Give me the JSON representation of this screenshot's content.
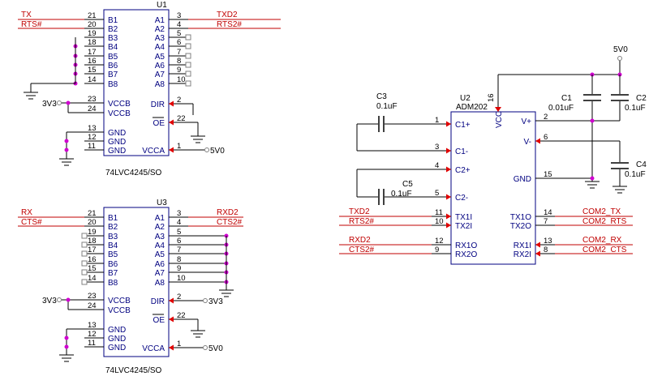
{
  "u1": {
    "ref": "U1",
    "part": "74LVC4245/SO",
    "left_pins": [
      {
        "num": "21",
        "name": "B1"
      },
      {
        "num": "20",
        "name": "B2"
      },
      {
        "num": "19",
        "name": "B3"
      },
      {
        "num": "18",
        "name": "B4"
      },
      {
        "num": "17",
        "name": "B5"
      },
      {
        "num": "16",
        "name": "B6"
      },
      {
        "num": "15",
        "name": "B7"
      },
      {
        "num": "14",
        "name": "B8"
      },
      {
        "num": "23",
        "name": "VCCB"
      },
      {
        "num": "24",
        "name": "VCCB"
      },
      {
        "num": "13",
        "name": "GND"
      },
      {
        "num": "12",
        "name": "GND"
      },
      {
        "num": "11",
        "name": "GND"
      }
    ],
    "right_pins": [
      {
        "num": "3",
        "name": "A1"
      },
      {
        "num": "4",
        "name": "A2"
      },
      {
        "num": "5",
        "name": "A3"
      },
      {
        "num": "6",
        "name": "A4"
      },
      {
        "num": "7",
        "name": "A5"
      },
      {
        "num": "8",
        "name": "A6"
      },
      {
        "num": "9",
        "name": "A7"
      },
      {
        "num": "10",
        "name": "A8"
      },
      {
        "num": "2",
        "name": "DIR"
      },
      {
        "num": "22",
        "name": "OE"
      },
      {
        "num": "1",
        "name": "VCCA"
      }
    ],
    "nets_left": [
      "TX",
      "RTS#"
    ],
    "nets_right": [
      "TXD2",
      "RTS2#"
    ],
    "vccb_net": "3V3",
    "vcca_net": "5V0"
  },
  "u3": {
    "ref": "U3",
    "part": "74LVC4245/SO",
    "left_pins": [
      {
        "num": "21",
        "name": "B1"
      },
      {
        "num": "20",
        "name": "B2"
      },
      {
        "num": "19",
        "name": "B3"
      },
      {
        "num": "18",
        "name": "B4"
      },
      {
        "num": "17",
        "name": "B5"
      },
      {
        "num": "16",
        "name": "B6"
      },
      {
        "num": "15",
        "name": "B7"
      },
      {
        "num": "14",
        "name": "B8"
      },
      {
        "num": "23",
        "name": "VCCB"
      },
      {
        "num": "24",
        "name": "VCCB"
      },
      {
        "num": "13",
        "name": "GND"
      },
      {
        "num": "12",
        "name": "GND"
      },
      {
        "num": "11",
        "name": "GND"
      }
    ],
    "right_pins": [
      {
        "num": "3",
        "name": "A1"
      },
      {
        "num": "4",
        "name": "A2"
      },
      {
        "num": "5",
        "name": "A3"
      },
      {
        "num": "6",
        "name": "A4"
      },
      {
        "num": "7",
        "name": "A5"
      },
      {
        "num": "8",
        "name": "A6"
      },
      {
        "num": "9",
        "name": "A7"
      },
      {
        "num": "10",
        "name": "A8"
      },
      {
        "num": "2",
        "name": "DIR"
      },
      {
        "num": "22",
        "name": "OE"
      },
      {
        "num": "1",
        "name": "VCCA"
      }
    ],
    "nets_left": [
      "RX",
      "CTS#"
    ],
    "nets_right": [
      "RXD2",
      "CTS2#"
    ],
    "vccb_net": "3V3",
    "dir_net": "3V3",
    "vcca_net": "5V0"
  },
  "u2": {
    "ref": "U2",
    "part": "ADM202",
    "vcc_name": "VCC",
    "vcc_num": "16",
    "left_pins": [
      {
        "num": "1",
        "name": "C1+"
      },
      {
        "num": "3",
        "name": "C1-"
      },
      {
        "num": "4",
        "name": "C2+"
      },
      {
        "num": "5",
        "name": "C2-"
      },
      {
        "num": "11",
        "name": "TX1I"
      },
      {
        "num": "10",
        "name": "TX2I"
      },
      {
        "num": "12",
        "name": "RX1O"
      },
      {
        "num": "9",
        "name": "RX2O"
      }
    ],
    "right_pins": [
      {
        "num": "2",
        "name": "V+"
      },
      {
        "num": "6",
        "name": "V-"
      },
      {
        "num": "15",
        "name": "GND"
      },
      {
        "num": "14",
        "name": "TX1O"
      },
      {
        "num": "7",
        "name": "TX2O"
      },
      {
        "num": "13",
        "name": "RX1I"
      },
      {
        "num": "8",
        "name": "RX2I"
      }
    ],
    "nets_left": [
      "TXD2",
      "RTS2#",
      "RXD2",
      "CTS2#"
    ],
    "nets_right": [
      "COM2_TX",
      "COM2_RTS",
      "COM2_RX",
      "COM2_CTS"
    ],
    "supply": "5V0"
  },
  "caps": [
    {
      "ref": "C3",
      "value": "0.1uF"
    },
    {
      "ref": "C5",
      "value": "0.1uF"
    },
    {
      "ref": "C1",
      "value": "0.01uF"
    },
    {
      "ref": "C2",
      "value": "0.1uF"
    },
    {
      "ref": "C4",
      "value": "0.1uF"
    }
  ],
  "colors": {
    "net": "#c00000",
    "pin_name": "#000080",
    "junction": "#d000d0",
    "arrow": "#e00000"
  }
}
